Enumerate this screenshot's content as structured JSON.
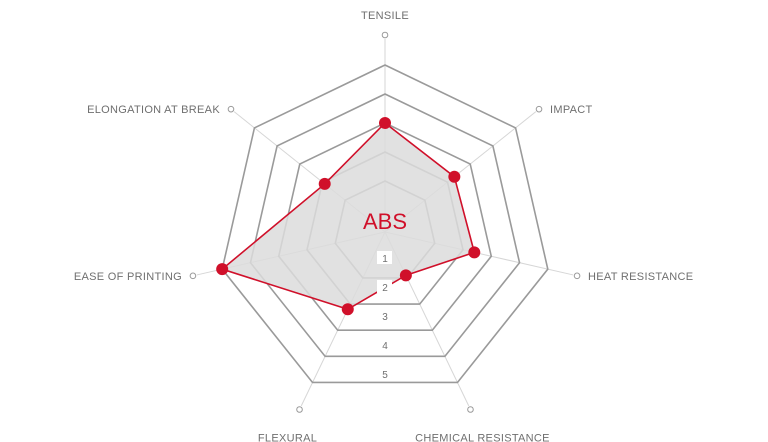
{
  "chart_data": {
    "type": "radar",
    "title": "ABS",
    "axes": [
      "TENSILE",
      "IMPACT",
      "HEAT RESISTANCE",
      "CHEMICAL RESISTANCE",
      "FLEXURAL",
      "EASE OF PRINTING",
      "ELONGATION AT BREAK"
    ],
    "scale_ticks": [
      "1",
      "2",
      "3",
      "4",
      "5"
    ],
    "range": [
      0,
      5
    ],
    "series": [
      {
        "values": [
          3,
          2.3,
          2.4,
          0.9,
          2.2,
          5,
          1.9
        ]
      }
    ],
    "grid": true,
    "colors": {
      "series": "#d0102a",
      "fill": "#dcdcdc",
      "grid": "#9a9a9a",
      "spoke": "#d6d6d6",
      "text": "#6f6f6f"
    }
  }
}
